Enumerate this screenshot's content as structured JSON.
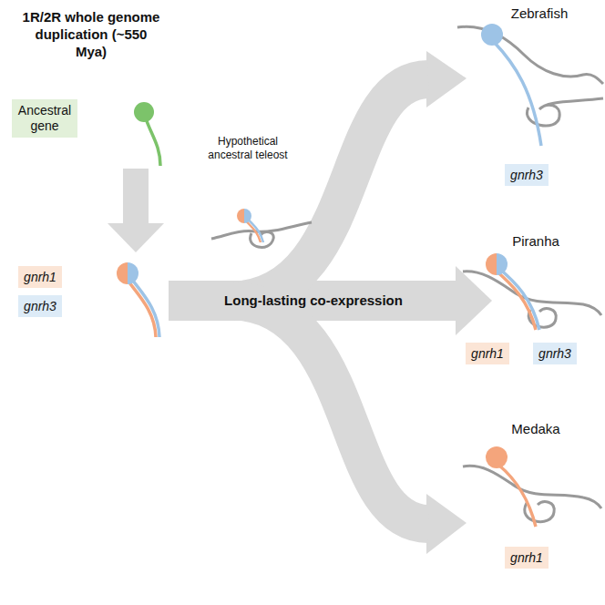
{
  "diagram": {
    "nodes": [
      {
        "text": [
          "Ancestral gene"
        ]
      },
      {
        "text": [
          "gnrh1"
        ]
      },
      {
        "text": [
          "gnrh3"
        ]
      },
      {
        "text": [
          "gnrh3"
        ]
      },
      {
        "text": [
          "gnrh1"
        ]
      },
      {
        "text": [
          "gnrh3"
        ]
      },
      {
        "text": [
          "gnrh1"
        ]
      }
    ],
    "labels": [
      "1R/2R whole genome duplication (~550 Mya)",
      "Hypothetical ancestral teleost",
      "Long-lasting co-expression",
      "Zebrafish",
      "Piranha",
      "Medaka"
    ]
  }
}
